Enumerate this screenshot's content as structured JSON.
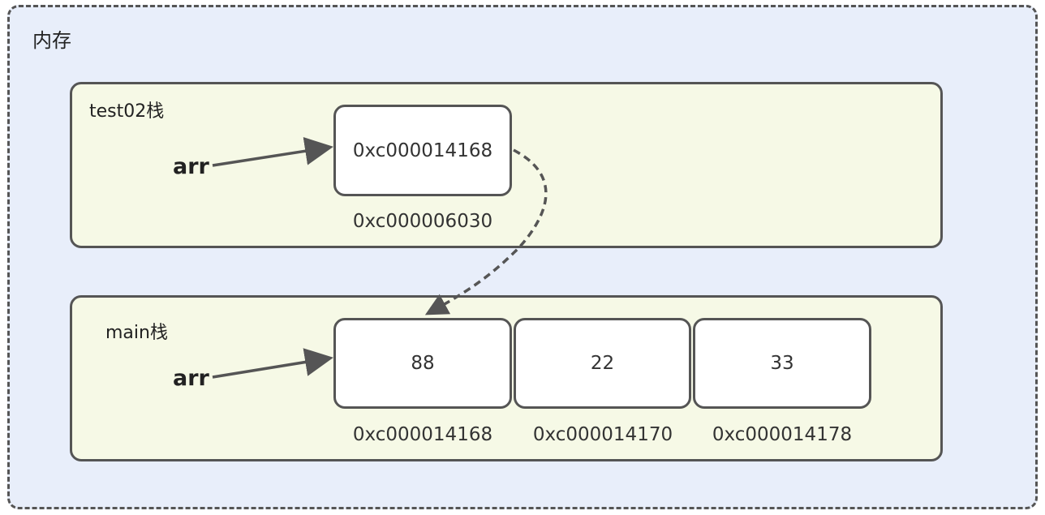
{
  "memory": {
    "title": "内存"
  },
  "test02": {
    "title": "test02栈",
    "var": "arr",
    "cell_value": "0xc000014168",
    "cell_address": "0xc000006030"
  },
  "main": {
    "title": "main栈",
    "var": "arr",
    "cells": [
      {
        "value": "88",
        "address": "0xc000014168"
      },
      {
        "value": "22",
        "address": "0xc000014170"
      },
      {
        "value": "33",
        "address": "0xc000014178"
      }
    ]
  },
  "colors": {
    "memory_bg": "#e8eefa",
    "frame_bg": "#f6f9e6",
    "border": "#555555",
    "cell_bg": "#ffffff"
  }
}
